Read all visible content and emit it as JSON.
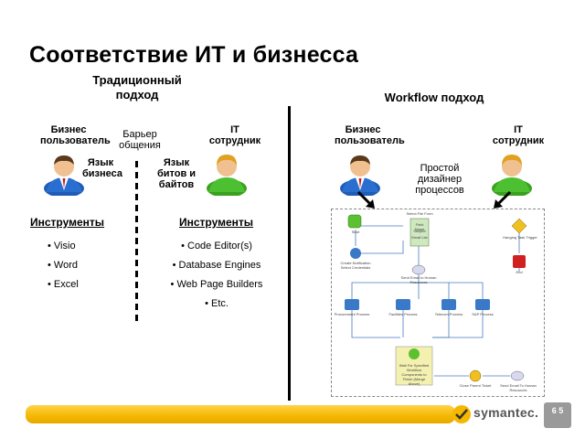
{
  "title": "Соответствие ИТ и бизнесса",
  "traditional": {
    "heading": "Традиционный подход",
    "business_user": "Бизнес пользователь",
    "barrier": "Барьер общения",
    "it_staff": "IT сотрудник",
    "business_language": "Язык бизнеса",
    "bits_language": "Язык битов и байтов",
    "tools_left_heading": "Инструменты",
    "tools_left": [
      "Visio",
      "Word",
      "Excel"
    ],
    "tools_right_heading": "Инструменты",
    "tools_right": [
      "Code Editor(s)",
      "Database Engines",
      "Web Page Builders",
      "Etc."
    ]
  },
  "workflow": {
    "heading": "Workflow подход",
    "business_user": "Бизнес пользователь",
    "simple_design": "Простой дизайнер процессов",
    "it_staff": "IT сотрудник",
    "diagram_labels": {
      "start": "Start",
      "form": "Select File Form",
      "form_fields": [
        "Field Name",
        "Subject",
        "Email List"
      ],
      "create_notification": "Create Notification Select Credentials",
      "send_email_human": "Send Email to Human Resources",
      "hanging_trigger": "Hanging Task Trigger",
      "end": "End",
      "procurement": "Procurement Process",
      "facilities": "Facilities Process",
      "telecom": "Telecom Process",
      "sap": "SAP Process",
      "wait": "Wait For Specified Workflow Components to Finish (Merge Above)",
      "close_parent": "Close Parent Ticket",
      "send_email_final": "Send Email To Human Resources"
    }
  },
  "footer": {
    "logo": "symantec.",
    "page_number": "6 5"
  },
  "colors": {
    "footer_bar": "#f5b800",
    "arrow": "#000000",
    "process_blue": "#3a78c8",
    "process_green": "#5cc030",
    "end_red": "#d02020"
  }
}
